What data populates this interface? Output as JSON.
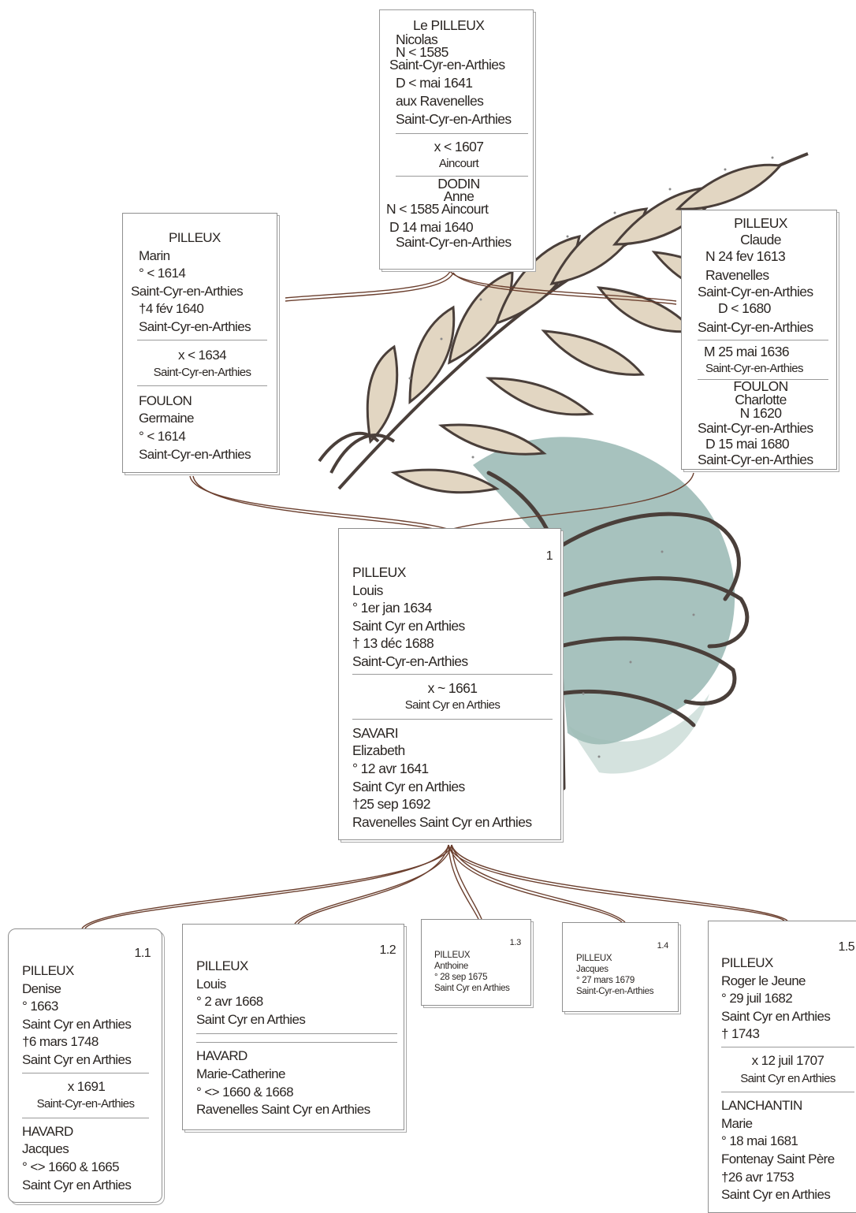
{
  "colors": {
    "link": "#6b3f2e",
    "leaf_outline": "#4a3f3a",
    "leaf_fill": "#e2d6c2",
    "monstera": "#5f8f88",
    "border": "#8f8f8f"
  },
  "top_couple": {
    "person": [
      "Le PILLEUX",
      "Nicolas",
      "N < 1585",
      "Saint-Cyr-en-Arthies",
      "D < mai 1641",
      "aux Ravenelles",
      "Saint-Cyr-en-Arthies"
    ],
    "marriage": [
      "x < 1607",
      "Aincourt"
    ],
    "spouse": [
      "DODIN",
      "Anne",
      "N < 1585 Aincourt",
      "D 14 mai 1640",
      "Saint-Cyr-en-Arthies"
    ]
  },
  "left_couple": {
    "person": [
      "PILLEUX",
      "Marin",
      "° < 1614",
      "Saint-Cyr-en-Arthies",
      "†4 fév 1640",
      "Saint-Cyr-en-Arthies"
    ],
    "marriage": [
      "x < 1634",
      "Saint-Cyr-en-Arthies"
    ],
    "spouse": [
      "FOULON",
      "Germaine",
      "° < 1614",
      "Saint-Cyr-en-Arthies"
    ]
  },
  "right_couple": {
    "person": [
      "PILLEUX",
      "Claude",
      "N 24 fev 1613",
      "Ravenelles",
      "Saint-Cyr-en-Arthies",
      "D < 1680",
      "Saint-Cyr-en-Arthies"
    ],
    "marriage": [
      "M 25 mai 1636",
      "Saint-Cyr-en-Arthies"
    ],
    "spouse": [
      "FOULON",
      "Charlotte",
      "N 1620",
      "Saint-Cyr-en-Arthies",
      "D 15 mai 1680",
      "Saint-Cyr-en-Arthies"
    ]
  },
  "main_couple": {
    "number": "1",
    "person": [
      "PILLEUX",
      "Louis",
      "° 1er jan 1634",
      "Saint Cyr en Arthies",
      "† 13 déc 1688",
      "Saint-Cyr-en-Arthies"
    ],
    "marriage": [
      "x ~ 1661",
      "Saint Cyr en Arthies"
    ],
    "spouse": [
      "SAVARI",
      "Elizabeth",
      "° 12 avr 1641",
      "Saint Cyr en Arthies",
      "†25 sep 1692",
      "Ravenelles Saint Cyr en Arthies"
    ]
  },
  "children": [
    {
      "number": "1.1",
      "person": [
        "PILLEUX",
        "Denise",
        "° 1663",
        "Saint Cyr en Arthies",
        "†6 mars 1748",
        "Saint Cyr en Arthies"
      ],
      "marriage": [
        "x 1691",
        "Saint-Cyr-en-Arthies"
      ],
      "spouse": [
        "HAVARD",
        "Jacques",
        "° <> 1660 & 1665",
        "Saint Cyr en Arthies"
      ]
    },
    {
      "number": "1.2",
      "person": [
        "PILLEUX",
        "Louis",
        "° 2 avr 1668",
        "Saint Cyr en Arthies"
      ],
      "spouse": [
        "HAVARD",
        "Marie-Catherine",
        "° <> 1660 & 1668",
        "Ravenelles Saint Cyr en Arthies"
      ]
    },
    {
      "number": "1.3",
      "person": [
        "PILLEUX",
        "Anthoine",
        "° 28 sep 1675",
        "Saint Cyr en Arthies"
      ]
    },
    {
      "number": "1.4",
      "person": [
        "PILLEUX",
        "Jacques",
        "° 27 mars 1679",
        "Saint-Cyr-en-Arthies"
      ]
    },
    {
      "number": "1.5",
      "person": [
        "PILLEUX",
        "Roger le Jeune",
        "° 29 juil 1682",
        "Saint Cyr en Arthies",
        "† 1743"
      ],
      "marriage": [
        "x 12 juil 1707",
        "Saint Cyr en Arthies"
      ],
      "spouse": [
        "LANCHANTIN",
        "Marie",
        "° 18 mai 1681",
        "Fontenay Saint Père",
        "†26 avr 1753",
        "Saint Cyr en Arthies"
      ]
    }
  ]
}
